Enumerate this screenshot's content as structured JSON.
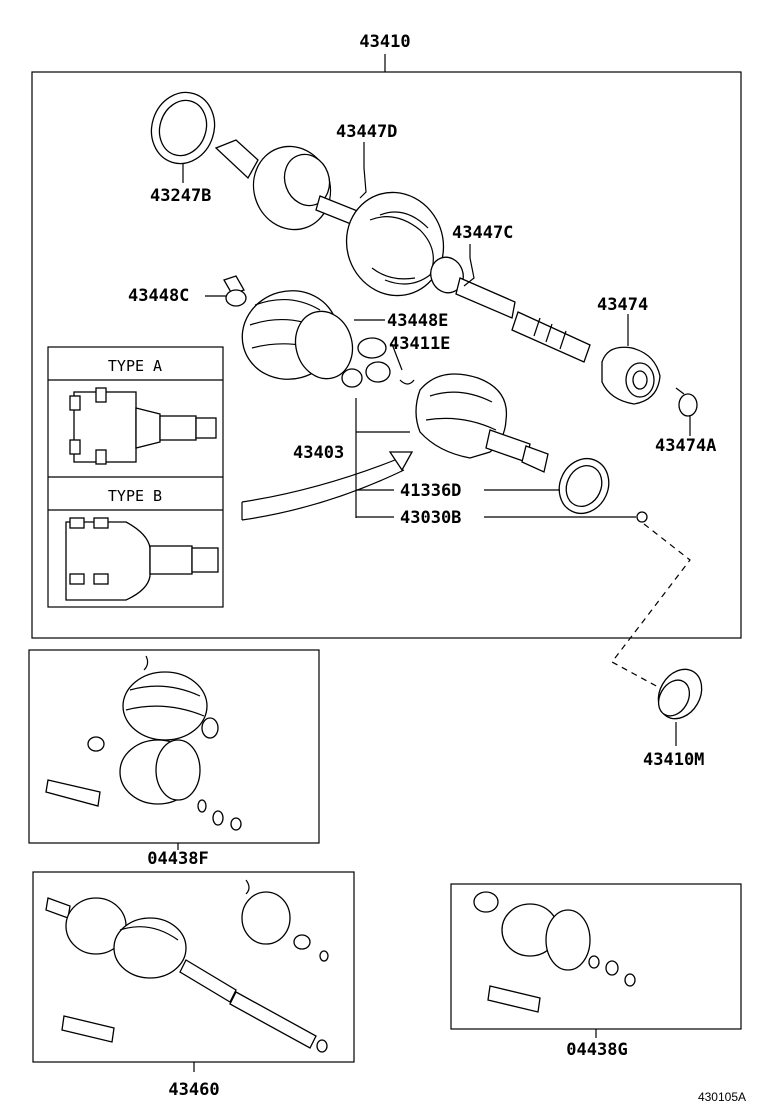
{
  "diagram": {
    "ref_code": "430105A",
    "part_numbers": {
      "main_assembly": "43410",
      "boot_clamp_bearing": "43247B",
      "boot_clamp_outer_d": "43447D",
      "boot_clamp_outer_c": "43447C",
      "boot_clamp_inner_c": "43448C",
      "boot_clamp_inner_e": "43448E",
      "snap_ring_e": "43411E",
      "inner_joint": "43403",
      "dust_deflector": "41336D",
      "spider_ring": "43030B",
      "dynamic_damper": "43474",
      "damper_clamp": "43474A",
      "oil_seal": "43410M",
      "boot_kit_f": "04438F",
      "boot_kit_g": "04438G",
      "outboard_joint": "43460"
    },
    "types": {
      "type_a": "TYPE A",
      "type_b": "TYPE B"
    }
  }
}
